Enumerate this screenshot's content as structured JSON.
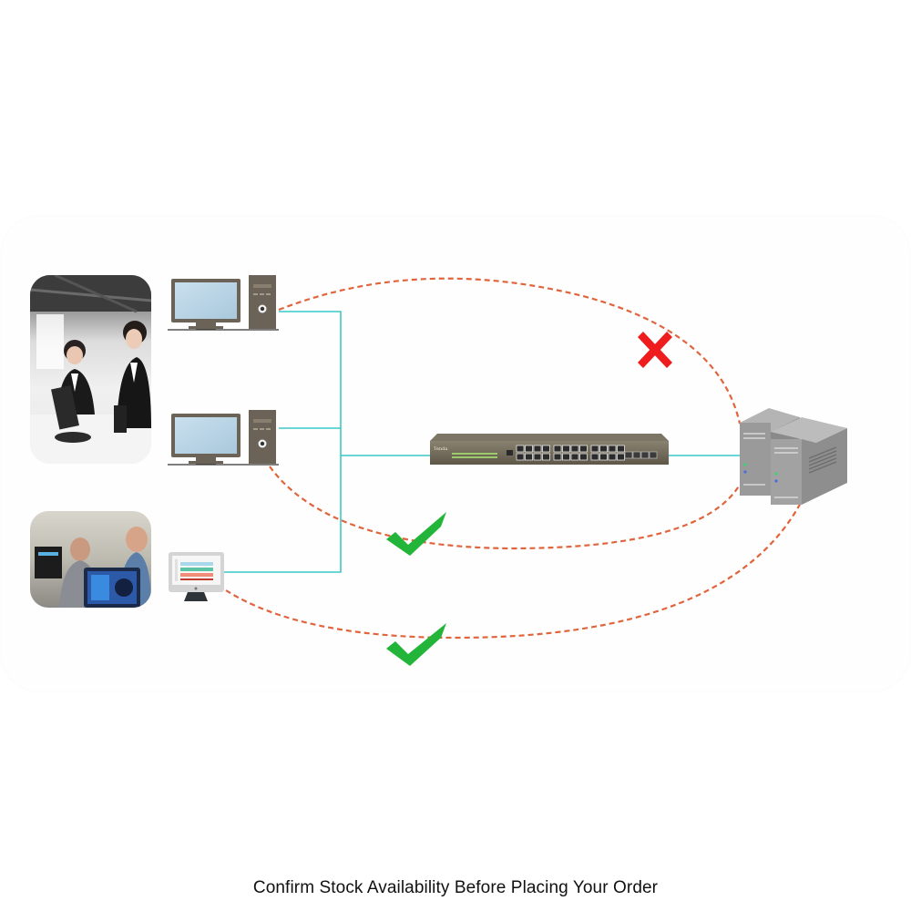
{
  "caption": "Confirm Stock Availability Before Placing Your Order",
  "diagram": {
    "nodes": [
      {
        "id": "office-photo",
        "type": "photo",
        "subject": "office workers at desks"
      },
      {
        "id": "pc-1",
        "type": "desktop-computer"
      },
      {
        "id": "pc-2",
        "type": "desktop-computer"
      },
      {
        "id": "lab-photo",
        "type": "photo",
        "subject": "engineers reviewing screens"
      },
      {
        "id": "monitor-1",
        "type": "all-in-one-monitor"
      },
      {
        "id": "switch",
        "type": "network-switch",
        "brand_label": "Tenda",
        "rj45_ports": 24,
        "sfp_ports": 4
      },
      {
        "id": "server",
        "type": "server-pair"
      }
    ],
    "links": [
      {
        "from": "pc-1",
        "to": "switch",
        "style": "solid",
        "color": "#3cc8c8"
      },
      {
        "from": "pc-2",
        "to": "switch",
        "style": "solid",
        "color": "#3cc8c8"
      },
      {
        "from": "monitor-1",
        "to": "switch",
        "style": "solid",
        "color": "#3cc8c8"
      },
      {
        "from": "switch",
        "to": "server",
        "style": "solid",
        "color": "#3cc8c8"
      },
      {
        "from": "pc-1",
        "to": "server",
        "style": "dashed",
        "color": "#e0643c",
        "status": "blocked",
        "marker": "cross"
      },
      {
        "from": "pc-2",
        "to": "server",
        "style": "dashed",
        "color": "#e0643c",
        "status": "allowed",
        "marker": "check"
      },
      {
        "from": "monitor-1",
        "to": "server",
        "style": "dashed",
        "color": "#e0643c",
        "status": "allowed",
        "marker": "check"
      }
    ]
  },
  "colors": {
    "link": "#3cc8c8",
    "isolation_path": "#e0643c",
    "blocked": "#ee1c1c",
    "allowed": "#22b53a",
    "switch_body": "#6e6656",
    "server_body": "#9a9a9a",
    "computer_body": "#6b6258",
    "screen": "#bcd6e6"
  }
}
